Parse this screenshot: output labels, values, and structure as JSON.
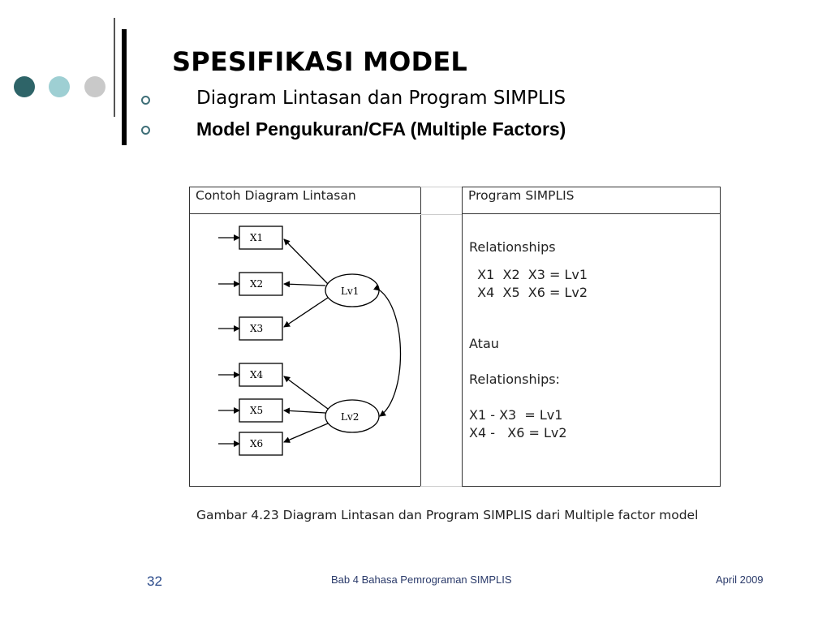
{
  "slide": {
    "title": "SPESIFIKASI MODEL",
    "bullets": [
      "Diagram Lintasan dan Program SIMPLIS",
      "Model Pengukuran/CFA (Multiple Factors)"
    ]
  },
  "figure": {
    "left_header": "Contoh Diagram Lintasan",
    "right_header": "Program SIMPLIS",
    "indicators": [
      "X1",
      "X2",
      "X3",
      "X4",
      "X5",
      "X6"
    ],
    "latents": [
      "Lv1",
      "Lv2"
    ],
    "program_lines": {
      "l1": "Relationships",
      "l2": "  X1  X2  X3 = Lv1",
      "l3": "  X4  X5  X6 = Lv2",
      "l4": "Atau",
      "l5": "Relationships:",
      "l6": "X1 - X3  = Lv1",
      "l7": "X4 -   X6 = Lv2"
    },
    "caption": "Gambar 4.23   Diagram Lintasan dan Program SIMPLIS dari Multiple factor model"
  },
  "footer": {
    "page_number": "32",
    "center_text": "Bab 4 Bahasa Pemrograman SIMPLIS",
    "date": "April 2009"
  },
  "colors": {
    "dot_dark": "#2e6468",
    "dot_mid": "#9ecfd3",
    "dot_light": "#c9c9c9",
    "bullet_ring": "#3f6f78",
    "footer_text": "#2a3a6a"
  }
}
